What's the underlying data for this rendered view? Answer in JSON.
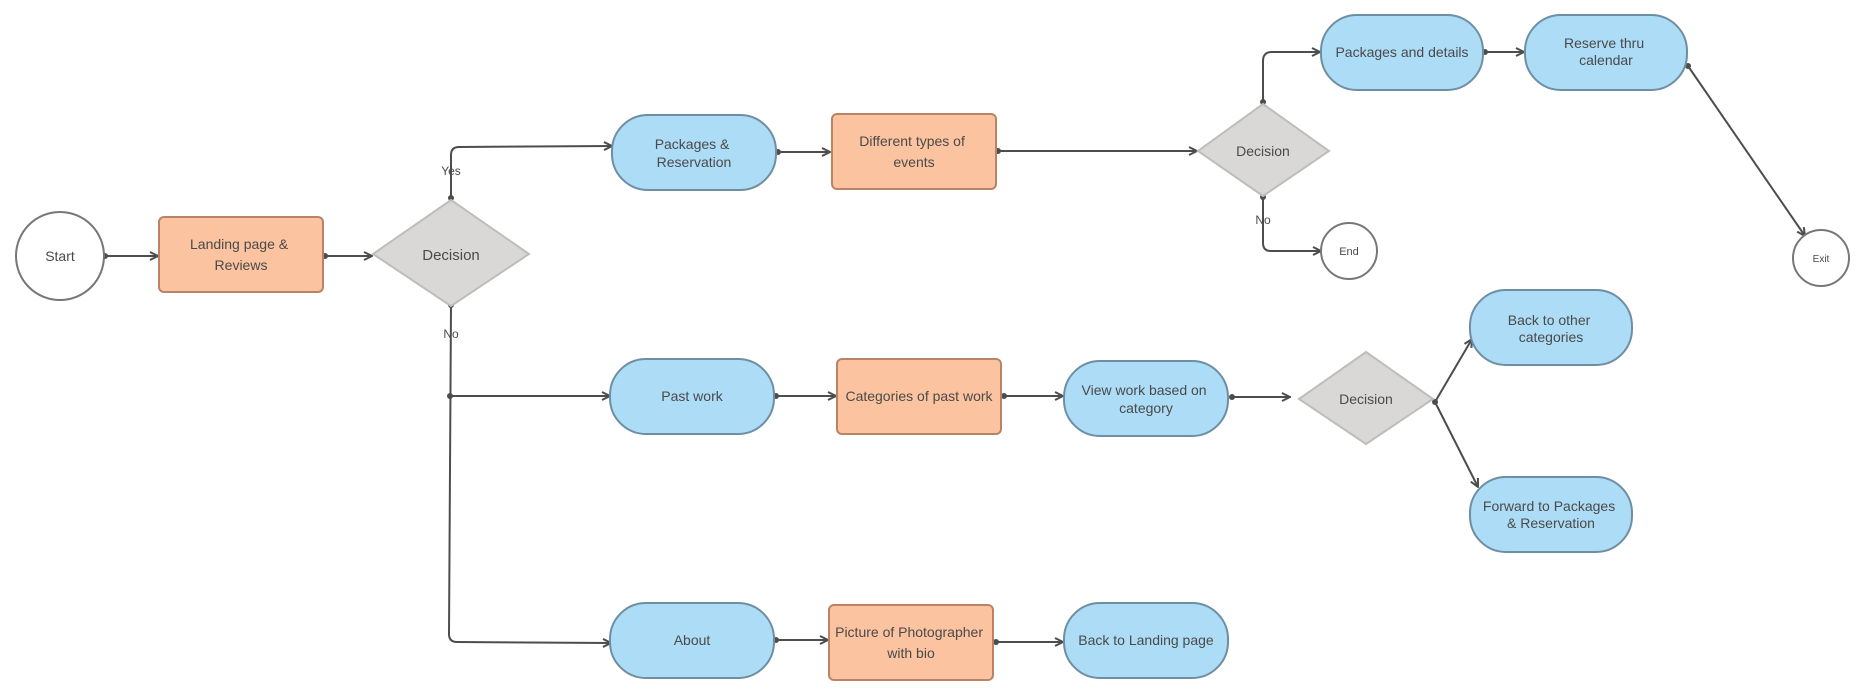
{
  "colors": {
    "process_fill": "#ADDCF6",
    "process_stroke": "#6E8FA3",
    "action_fill": "#FBC3A0",
    "action_stroke": "#B98466",
    "decision_fill": "#D9D8D7",
    "decision_stroke": "#BEBDBC",
    "terminal_fill": "#FFFFFF",
    "terminal_stroke": "#777777",
    "edge": "#4D4D4D"
  },
  "nodes": {
    "start": "Start",
    "landing": [
      "Landing page &",
      "Reviews"
    ],
    "decision_main": "Decision",
    "packages": [
      "Packages &",
      "Reservation"
    ],
    "event_types": [
      "Different types of",
      "events"
    ],
    "decision_packages": "Decision",
    "packages_details": "Packages and details",
    "reserve": [
      "Reserve thru",
      "calendar"
    ],
    "end": "End",
    "exit": "Exit",
    "past_work": "Past work",
    "categories": "Categories of past work",
    "view_work": [
      "View work based on",
      "category"
    ],
    "decision_work": "Decision",
    "back_categories": [
      "Back to other",
      "categories"
    ],
    "forward_packages": [
      "Forward to Packages",
      "& Reservation"
    ],
    "about": "About",
    "photographer": [
      "Picture of Photographer",
      "with bio"
    ],
    "back_landing": "Back to Landing page"
  },
  "edge_labels": {
    "yes": "Yes",
    "no_main": "No",
    "no_packages": "No"
  }
}
